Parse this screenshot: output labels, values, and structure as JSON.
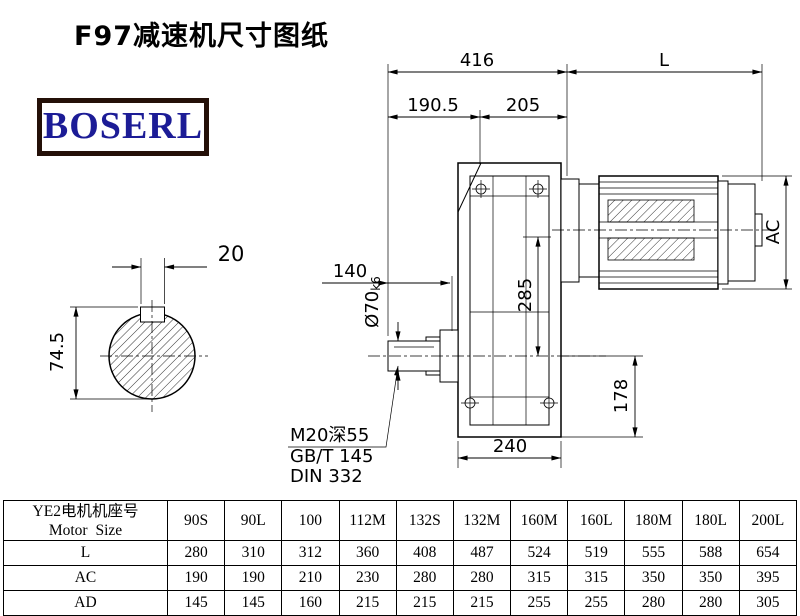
{
  "page": {
    "title": "F97减速机尺寸图纸",
    "brand": "BOSERL"
  },
  "colors": {
    "ink": "#000000",
    "brand_text": "#1c1c96",
    "brand_border": "#241008"
  },
  "drawing": {
    "dim_416": "416",
    "dim_L": "L",
    "dim_190_5": "190.5",
    "dim_205": "205",
    "dim_20": "20",
    "dim_74_5": "74.5",
    "dim_140": "140",
    "shaft_dia": "Ø70",
    "shaft_tol": "k6",
    "dim_285": "285",
    "dim_AC": "AC",
    "dim_178": "178",
    "dim_240": "240",
    "note1": "M20深55",
    "note2": "GB/T 145",
    "note3": "DIN 332"
  },
  "table": {
    "header_label_cn": "YE2电机机座号",
    "header_label_en": "Motor Size",
    "columns": [
      "90S",
      "90L",
      "100",
      "112M",
      "132S",
      "132M",
      "160M",
      "160L",
      "180M",
      "180L",
      "200L"
    ],
    "rows": [
      {
        "label": "L",
        "values": [
          "280",
          "310",
          "312",
          "360",
          "408",
          "487",
          "524",
          "519",
          "555",
          "588",
          "654"
        ]
      },
      {
        "label": "AC",
        "values": [
          "190",
          "190",
          "210",
          "230",
          "280",
          "280",
          "315",
          "315",
          "350",
          "350",
          "395"
        ]
      },
      {
        "label": "AD",
        "values": [
          "145",
          "145",
          "160",
          "215",
          "215",
          "215",
          "255",
          "255",
          "280",
          "280",
          "305"
        ]
      }
    ]
  }
}
